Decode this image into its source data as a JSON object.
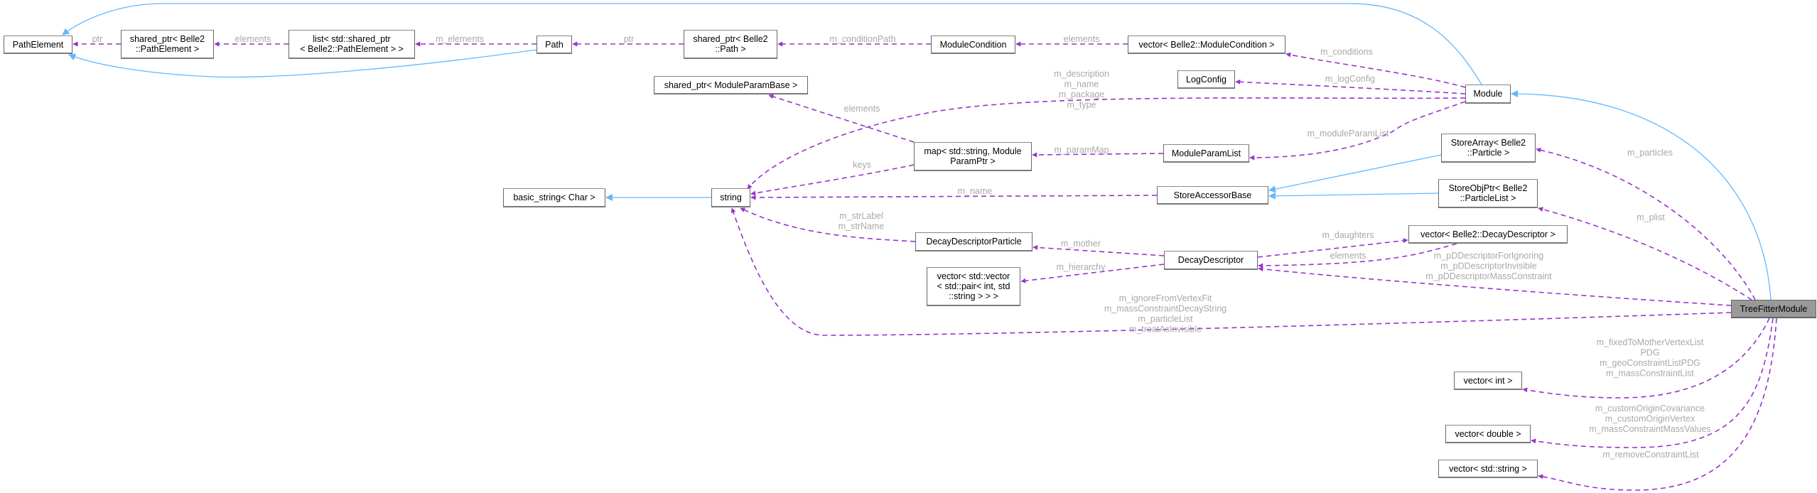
{
  "title": "TreeFitterModule collaboration diagram",
  "colors": {
    "usage_edge": "#9a32cd",
    "inheritance_edge": "#63b8ff",
    "label": "#a8a8a8",
    "current_node": "#999999"
  },
  "nodes": [
    {
      "id": "PathElement",
      "lines": [
        "PathElement"
      ]
    },
    {
      "id": "SharedPtrPathElement",
      "lines": [
        "shared_ptr< Belle2",
        "::PathElement >"
      ]
    },
    {
      "id": "ListSharedPtr",
      "lines": [
        "list< std::shared_ptr",
        "< Belle2::PathElement > >"
      ]
    },
    {
      "id": "Path",
      "lines": [
        "Path"
      ]
    },
    {
      "id": "SharedPtrPath",
      "lines": [
        "shared_ptr< Belle2",
        "::Path >"
      ]
    },
    {
      "id": "ModuleCondition",
      "lines": [
        "ModuleCondition"
      ]
    },
    {
      "id": "VectorModuleCondition",
      "lines": [
        "vector< Belle2::ModuleCondition >"
      ]
    },
    {
      "id": "SharedPtrModuleParamBase",
      "lines": [
        "shared_ptr< ModuleParamBase >"
      ]
    },
    {
      "id": "LogConfig",
      "lines": [
        "LogConfig"
      ]
    },
    {
      "id": "Module",
      "lines": [
        "Module"
      ]
    },
    {
      "id": "MapModuleParam",
      "lines": [
        "map< std::string, Module",
        "ParamPtr >"
      ]
    },
    {
      "id": "ModuleParamList",
      "lines": [
        "ModuleParamList"
      ]
    },
    {
      "id": "BasicString",
      "lines": [
        "basic_string< Char >"
      ]
    },
    {
      "id": "String",
      "lines": [
        "string"
      ]
    },
    {
      "id": "StoreAccessorBase",
      "lines": [
        "StoreAccessorBase"
      ]
    },
    {
      "id": "StoreArrayParticle",
      "lines": [
        "StoreArray< Belle2",
        "::Particle >"
      ]
    },
    {
      "id": "StoreObjPtrParticleList",
      "lines": [
        "StoreObjPtr< Belle2",
        "::ParticleList >"
      ]
    },
    {
      "id": "DecayDescriptorParticle",
      "lines": [
        "DecayDescriptorParticle"
      ]
    },
    {
      "id": "DecayDescriptor",
      "lines": [
        "DecayDescriptor"
      ]
    },
    {
      "id": "VectorDecayDescriptor",
      "lines": [
        "vector< Belle2::DecayDescriptor >"
      ]
    },
    {
      "id": "VectorVectorPair",
      "lines": [
        "vector< std::vector",
        "< std::pair< int, std",
        "::string > > >"
      ]
    },
    {
      "id": "TreeFitterModule",
      "lines": [
        "TreeFitterModule"
      ],
      "current": true
    },
    {
      "id": "VectorInt",
      "lines": [
        "vector< int >"
      ]
    },
    {
      "id": "VectorDouble",
      "lines": [
        "vector< double >"
      ]
    },
    {
      "id": "VectorString",
      "lines": [
        "vector< std::string >"
      ]
    }
  ],
  "edges": [
    {
      "id": "e1",
      "from": "Path",
      "to": "PathElement",
      "kind": "inheritance",
      "label": []
    },
    {
      "id": "e2",
      "from": "Module",
      "to": "PathElement",
      "kind": "inheritance",
      "label": []
    },
    {
      "id": "e3",
      "from": "String",
      "to": "BasicString",
      "kind": "inheritance",
      "label": []
    },
    {
      "id": "e4",
      "from": "StoreArrayParticle",
      "to": "StoreAccessorBase",
      "kind": "inheritance",
      "label": []
    },
    {
      "id": "e5",
      "from": "StoreObjPtrParticleList",
      "to": "StoreAccessorBase",
      "kind": "inheritance",
      "label": []
    },
    {
      "id": "e6",
      "from": "TreeFitterModule",
      "to": "Module",
      "kind": "inheritance",
      "label": []
    },
    {
      "id": "p1",
      "from": "SharedPtrPathElement",
      "to": "PathElement",
      "kind": "usage",
      "label": [
        "ptr"
      ]
    },
    {
      "id": "p2",
      "from": "ListSharedPtr",
      "to": "SharedPtrPathElement",
      "kind": "usage",
      "label": [
        "elements"
      ]
    },
    {
      "id": "p3",
      "from": "Path",
      "to": "ListSharedPtr",
      "kind": "usage",
      "label": [
        "m_elements"
      ]
    },
    {
      "id": "p4",
      "from": "SharedPtrPath",
      "to": "Path",
      "kind": "usage",
      "label": [
        "ptr"
      ]
    },
    {
      "id": "p5",
      "from": "ModuleCondition",
      "to": "SharedPtrPath",
      "kind": "usage",
      "label": [
        "m_conditionPath"
      ]
    },
    {
      "id": "p6",
      "from": "VectorModuleCondition",
      "to": "ModuleCondition",
      "kind": "usage",
      "label": [
        "elements"
      ]
    },
    {
      "id": "p7",
      "from": "Module",
      "to": "VectorModuleCondition",
      "kind": "usage",
      "label": [
        "m_conditions"
      ]
    },
    {
      "id": "p8",
      "from": "Module",
      "to": "LogConfig",
      "kind": "usage",
      "label": [
        "m_logConfig"
      ]
    },
    {
      "id": "p9",
      "from": "Module",
      "to": "String",
      "kind": "usage",
      "label": [
        "m_description",
        "m_name",
        "m_package",
        "m_type"
      ]
    },
    {
      "id": "p10",
      "from": "Module",
      "to": "ModuleParamList",
      "kind": "usage",
      "label": [
        "m_moduleParamList"
      ]
    },
    {
      "id": "p11",
      "from": "ModuleParamList",
      "to": "MapModuleParam",
      "kind": "usage",
      "label": [
        "m_paramMap"
      ]
    },
    {
      "id": "p12",
      "from": "MapModuleParam",
      "to": "SharedPtrModuleParamBase",
      "kind": "usage",
      "label": [
        "elements"
      ]
    },
    {
      "id": "p13",
      "from": "MapModuleParam",
      "to": "String",
      "kind": "usage",
      "label": [
        "keys"
      ]
    },
    {
      "id": "p14",
      "from": "StoreAccessorBase",
      "to": "String",
      "kind": "usage",
      "label": [
        "m_name"
      ]
    },
    {
      "id": "p15",
      "from": "DecayDescriptorParticle",
      "to": "String",
      "kind": "usage",
      "label": [
        "m_strLabel",
        "m_strName"
      ]
    },
    {
      "id": "p16",
      "from": "DecayDescriptor",
      "to": "DecayDescriptorParticle",
      "kind": "usage",
      "label": [
        "m_mother"
      ]
    },
    {
      "id": "p17",
      "from": "DecayDescriptor",
      "to": "VectorVectorPair",
      "kind": "usage",
      "label": [
        "m_hierarchy"
      ]
    },
    {
      "id": "p18",
      "from": "DecayDescriptor",
      "to": "VectorDecayDescriptor",
      "kind": "usage",
      "label": [
        "m_daughters"
      ]
    },
    {
      "id": "p19",
      "from": "VectorDecayDescriptor",
      "to": "DecayDescriptor",
      "kind": "usage",
      "label": [
        "elements"
      ]
    },
    {
      "id": "p20",
      "from": "TreeFitterModule",
      "to": "DecayDescriptor",
      "kind": "usage",
      "label": [
        "m_pDDescriptorForIgnoring",
        "m_pDDescriptorInvisible",
        "m_pDDescriptorMassConstraint"
      ]
    },
    {
      "id": "p21",
      "from": "TreeFitterModule",
      "to": "String",
      "kind": "usage",
      "label": [
        "m_ignoreFromVertexFit",
        "m_massConstraintDecayString",
        "m_particleList",
        "m_treatAsInvisible"
      ]
    },
    {
      "id": "p22",
      "from": "TreeFitterModule",
      "to": "StoreArrayParticle",
      "kind": "usage",
      "label": [
        "m_particles"
      ]
    },
    {
      "id": "p23",
      "from": "TreeFitterModule",
      "to": "StoreObjPtrParticleList",
      "kind": "usage",
      "label": [
        "m_plist"
      ]
    },
    {
      "id": "p24",
      "from": "TreeFitterModule",
      "to": "VectorInt",
      "kind": "usage",
      "label": [
        "m_fixedToMotherVertexList",
        "PDG",
        "m_geoConstraintListPDG",
        "m_massConstraintList"
      ]
    },
    {
      "id": "p25",
      "from": "TreeFitterModule",
      "to": "VectorDouble",
      "kind": "usage",
      "label": [
        "m_customOriginCovariance",
        "m_customOriginVertex",
        "m_massConstraintMassValues"
      ]
    },
    {
      "id": "p26",
      "from": "TreeFitterModule",
      "to": "VectorString",
      "kind": "usage",
      "label": [
        "m_removeConstraintList"
      ]
    }
  ]
}
